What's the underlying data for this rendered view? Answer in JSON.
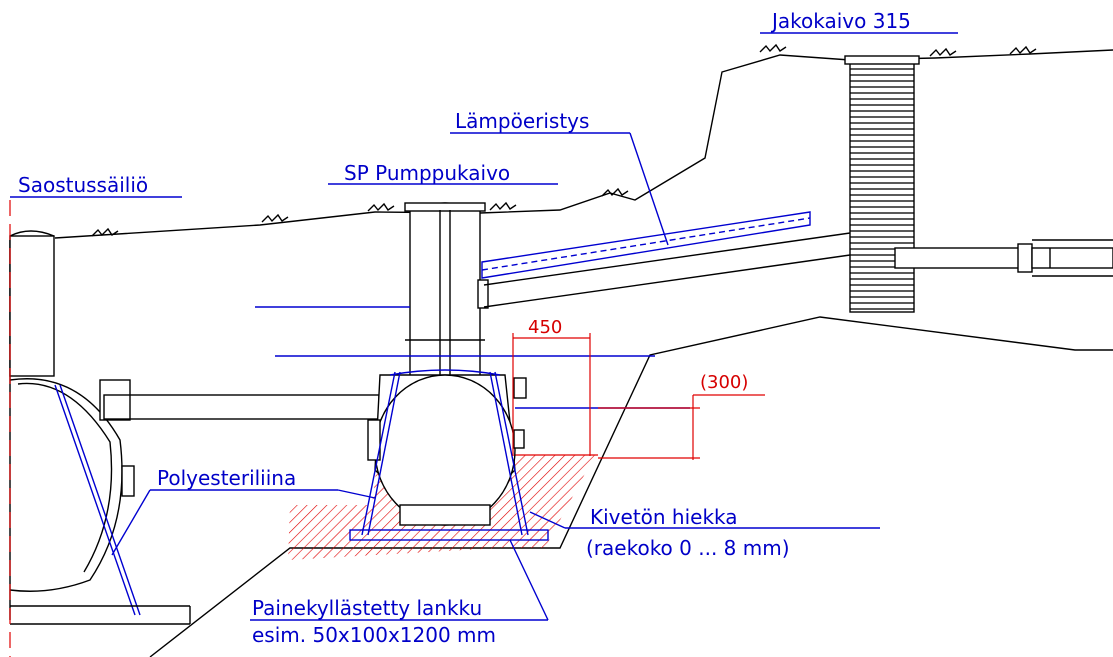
{
  "labels": {
    "saostussailio": "Saostussäiliö",
    "sp_pumppukaivo": "SP Pumppukaivo",
    "lampoeristys": "Lämpöeristys",
    "jakokaivo": "Jakokaivo 315",
    "polyesteriliina": "Polyesteriliina",
    "kiveton_hiekka": "Kivetön hiekka",
    "raekoko": "(raekoko 0 ... 8 mm)",
    "painekyllastetty": "Painekyllästetty lankku",
    "esim": "esim. 50x100x1200 mm"
  },
  "dimensions": {
    "d450": "450",
    "d300": "(300)"
  },
  "colors": {
    "annotation": "#0000c8",
    "dimension": "#d60000",
    "outline": "#000000"
  }
}
